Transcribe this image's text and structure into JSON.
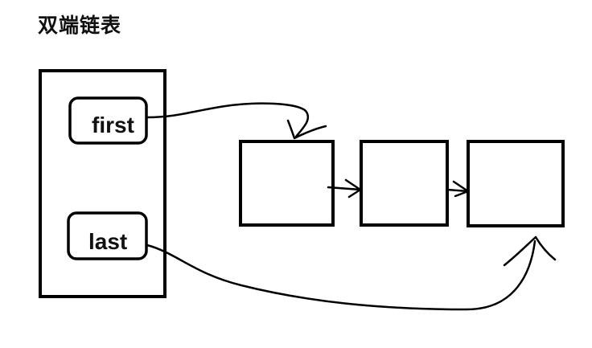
{
  "title": "双端链表",
  "container": {
    "fields": [
      {
        "label": "first"
      },
      {
        "label": "last"
      }
    ]
  },
  "nodes": [
    {
      "id": "node-1"
    },
    {
      "id": "node-2"
    },
    {
      "id": "node-3"
    }
  ],
  "colors": {
    "stroke": "#000000",
    "background": "#ffffff"
  }
}
